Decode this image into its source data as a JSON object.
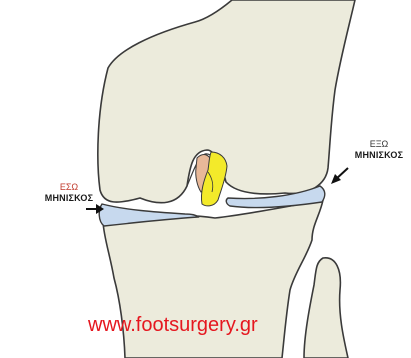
{
  "labels": {
    "left": {
      "line1": "ΕΣΩ",
      "line2": "ΜΗΝΙΣΚΟΣ",
      "color": "#c0392b"
    },
    "right": {
      "line1": "ΕΞΩ",
      "line2": "ΜΗΝΙΣΚΟΣ",
      "color": "#333333"
    }
  },
  "watermark": {
    "text": "www.footsurgery.gr",
    "color": "#e5171f"
  },
  "colors": {
    "bone_fill": "#ecebdc",
    "bone_stroke": "#3a3a3a",
    "meniscus_fill": "#c7d9ee",
    "ligament_yellow": "#f3ea2a",
    "ligament_orange": "#e8b898"
  }
}
